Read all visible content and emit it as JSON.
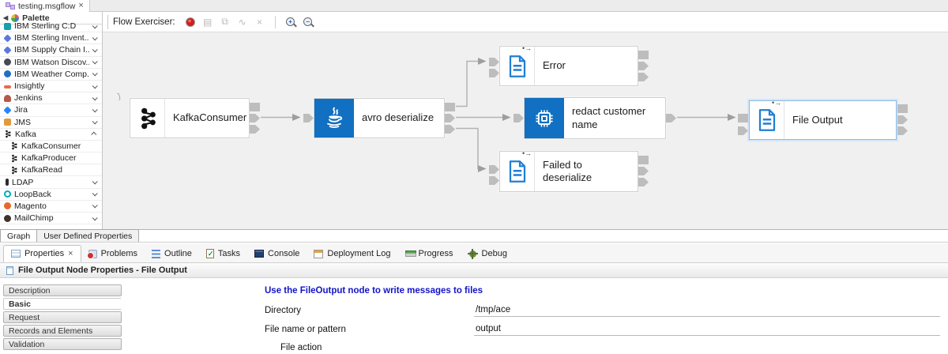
{
  "colors": {
    "node_blue": "#1170c1",
    "doc_icon_blue": "#1f7fd4",
    "selection_blue": "#8ab9e8",
    "canvas_bg": "#f0f0f0",
    "description_link_blue": "#1414c8",
    "record_red": "#d02020"
  },
  "icons": {
    "close": "×",
    "collapse_left": "◀",
    "flow_badge": "•→",
    "signal_badge": "〕"
  },
  "editor_tab": {
    "title": "testing.msgflow"
  },
  "toolbar": {
    "label": "Flow Exerciser:",
    "zoom_in": "+",
    "zoom_out": "−"
  },
  "palette": {
    "header": "Palette",
    "items": [
      {
        "label": "IBM Sterling C:D",
        "icon": "sterling-cd-icon",
        "chevron": "down"
      },
      {
        "label": "IBM Sterling Invent...",
        "icon": "sterling-inventory-icon",
        "chevron": "down"
      },
      {
        "label": "IBM Supply Chain I...",
        "icon": "supply-chain-icon",
        "chevron": "down"
      },
      {
        "label": "IBM Watson Discov...",
        "icon": "watson-discovery-icon",
        "chevron": "down"
      },
      {
        "label": "IBM Weather Comp...",
        "icon": "weather-company-icon",
        "chevron": "down"
      },
      {
        "label": "Insightly",
        "icon": "insightly-icon",
        "chevron": "down"
      },
      {
        "label": "Jenkins",
        "icon": "jenkins-icon",
        "chevron": "down"
      },
      {
        "label": "Jira",
        "icon": "jira-icon",
        "chevron": "down"
      },
      {
        "label": "JMS",
        "icon": "jms-icon",
        "chevron": "down"
      },
      {
        "label": "Kafka",
        "icon": "kafka-icon",
        "chevron": "up"
      },
      {
        "label": "KafkaConsumer",
        "icon": "kafka-icon",
        "child": true
      },
      {
        "label": "KafkaProducer",
        "icon": "kafka-icon",
        "child": true
      },
      {
        "label": "KafkaRead",
        "icon": "kafka-icon",
        "child": true
      },
      {
        "label": "LDAP",
        "icon": "ldap-icon",
        "chevron": "down"
      },
      {
        "label": "LoopBack",
        "icon": "loopback-icon",
        "chevron": "down"
      },
      {
        "label": "Magento",
        "icon": "magento-icon",
        "chevron": "down"
      },
      {
        "label": "MailChimp",
        "icon": "mailchimp-icon",
        "chevron": "down"
      }
    ]
  },
  "flow": {
    "nodes": [
      {
        "label": "KafkaConsumer"
      },
      {
        "label": "avro deserialize"
      },
      {
        "label": "Error"
      },
      {
        "label": "redact customer name"
      },
      {
        "label": "Failed to deserialize"
      },
      {
        "label": "File Output"
      }
    ]
  },
  "editor_bottom_tabs": {
    "graph": "Graph",
    "udp": "User Defined Properties"
  },
  "views": {
    "tabs": [
      "Properties",
      "Problems",
      "Outline",
      "Tasks",
      "Console",
      "Deployment Log",
      "Progress",
      "Debug"
    ]
  },
  "properties": {
    "title": "File Output Node Properties - File Output",
    "tabs": [
      "Description",
      "Basic",
      "Request",
      "Records and Elements",
      "Validation"
    ],
    "selected_tab": "Basic",
    "description": "Use the FileOutput node to write messages to files",
    "fields": [
      {
        "label": "Directory",
        "value": "/tmp/ace"
      },
      {
        "label": "File name or pattern",
        "value": "output"
      },
      {
        "label": "File action",
        "value": ""
      }
    ]
  }
}
